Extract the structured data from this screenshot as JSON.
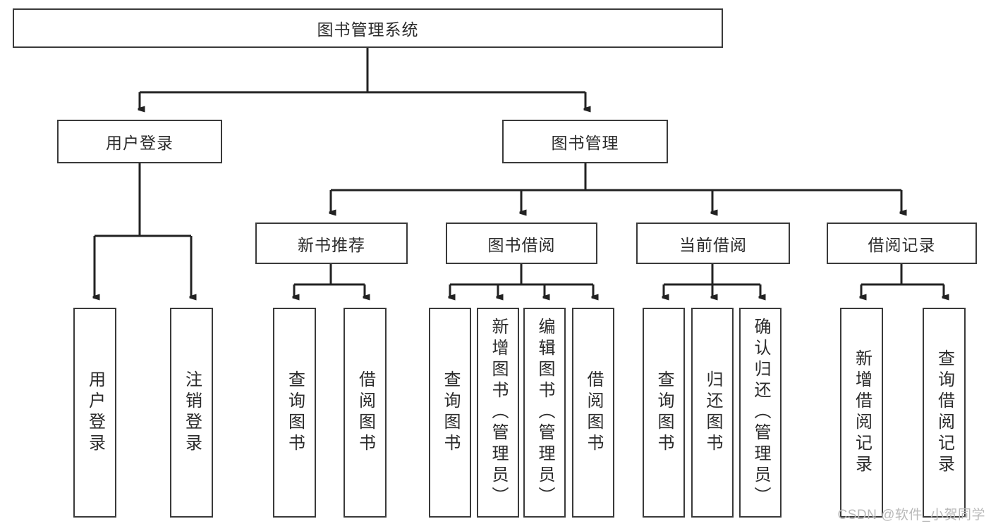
{
  "diagram": {
    "type": "tree-hierarchy",
    "title": "图书管理系统",
    "watermark": "CSDN @软件_小贺同学",
    "colors": {
      "box_border": "#3a3a3a",
      "box_fill": "#ffffff",
      "connector": "#222222",
      "text": "#2b2b2b",
      "watermark": "#b9b9b9"
    },
    "root": {
      "label": "图书管理系统",
      "orientation": "horizontal"
    },
    "level2": [
      {
        "label": "用户登录",
        "orientation": "horizontal"
      },
      {
        "label": "图书管理",
        "orientation": "horizontal"
      }
    ],
    "level3": [
      {
        "label": "新书推荐",
        "orientation": "horizontal"
      },
      {
        "label": "图书借阅",
        "orientation": "horizontal"
      },
      {
        "label": "当前借阅",
        "orientation": "horizontal"
      },
      {
        "label": "借阅记录",
        "orientation": "horizontal"
      }
    ],
    "leaves": {
      "user_login": [
        {
          "label": "用户登录",
          "orientation": "vertical"
        },
        {
          "label": "注销登录",
          "orientation": "vertical"
        }
      ],
      "new_book_recommend": [
        {
          "label": "查询图书",
          "orientation": "vertical"
        },
        {
          "label": "借阅图书",
          "orientation": "vertical"
        }
      ],
      "book_borrow": [
        {
          "label": "查询图书",
          "orientation": "vertical"
        },
        {
          "label": "新增图书（管理员）",
          "orientation": "vertical"
        },
        {
          "label": "编辑图书（管理员）",
          "orientation": "vertical"
        },
        {
          "label": "借阅图书",
          "orientation": "vertical"
        }
      ],
      "current_borrow": [
        {
          "label": "查询图书",
          "orientation": "vertical"
        },
        {
          "label": "归还图书",
          "orientation": "vertical"
        },
        {
          "label": "确认归还（管理员）",
          "orientation": "vertical"
        }
      ],
      "borrow_record": [
        {
          "label": "新增借阅记录",
          "orientation": "vertical"
        },
        {
          "label": "查询借阅记录",
          "orientation": "vertical"
        }
      ]
    }
  }
}
